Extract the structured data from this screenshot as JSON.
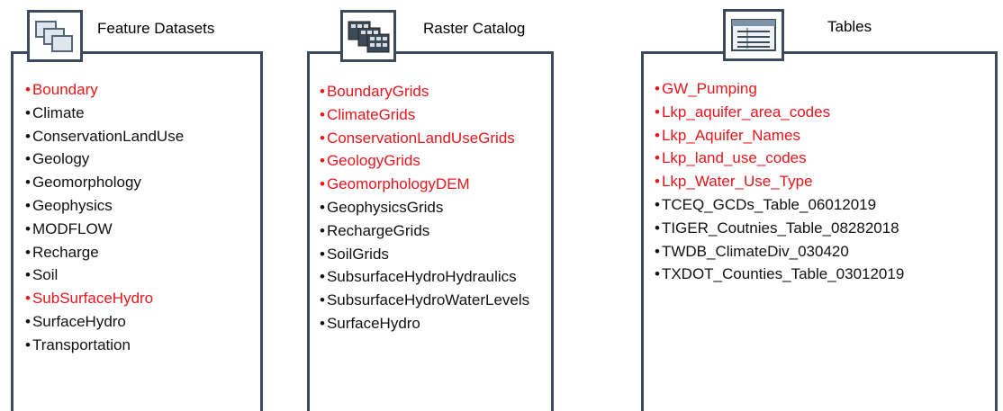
{
  "colors": {
    "highlight": "#e8161c",
    "normal": "#111111",
    "border": "#3c4a5c"
  },
  "panels": [
    {
      "title": "Feature Datasets",
      "icon": "feature-dataset-icon",
      "items": [
        {
          "label": "Boundary",
          "highlight": true
        },
        {
          "label": "Climate",
          "highlight": false
        },
        {
          "label": "ConservationLandUse",
          "highlight": false
        },
        {
          "label": "Geology",
          "highlight": false
        },
        {
          "label": "Geomorphology",
          "highlight": false
        },
        {
          "label": "Geophysics",
          "highlight": false
        },
        {
          "label": "MODFLOW",
          "highlight": false
        },
        {
          "label": "Recharge",
          "highlight": false
        },
        {
          "label": "Soil",
          "highlight": false
        },
        {
          "label": "SubSurfaceHydro",
          "highlight": true
        },
        {
          "label": "SurfaceHydro",
          "highlight": false
        },
        {
          "label": "Transportation",
          "highlight": false
        }
      ]
    },
    {
      "title": "Raster Catalog",
      "icon": "raster-catalog-icon",
      "items": [
        {
          "label": "BoundaryGrids",
          "highlight": true
        },
        {
          "label": "ClimateGrids",
          "highlight": true
        },
        {
          "label": "ConservationLandUseGrids",
          "highlight": true
        },
        {
          "label": "GeologyGrids",
          "highlight": true
        },
        {
          "label": "GeomorphologyDEM",
          "highlight": true
        },
        {
          "label": "GeophysicsGrids",
          "highlight": false
        },
        {
          "label": "RechargeGrids",
          "highlight": false
        },
        {
          "label": "SoilGrids",
          "highlight": false
        },
        {
          "label": "SubsurfaceHydroHydraulics",
          "highlight": false
        },
        {
          "label": "SubsurfaceHydroWaterLevels",
          "highlight": false
        },
        {
          "label": "SurfaceHydro",
          "highlight": false
        }
      ]
    },
    {
      "title": "Tables",
      "icon": "table-icon",
      "items": [
        {
          "label": "GW_Pumping",
          "highlight": true
        },
        {
          "label": "Lkp_aquifer_area_codes",
          "highlight": true
        },
        {
          "label": "Lkp_Aquifer_Names",
          "highlight": true
        },
        {
          "label": "Lkp_land_use_codes",
          "highlight": true
        },
        {
          "label": "Lkp_Water_Use_Type",
          "highlight": true
        },
        {
          "label": "TCEQ_GCDs_Table_06012019",
          "highlight": false
        },
        {
          "label": "TIGER_Coutnies_Table_08282018",
          "highlight": false
        },
        {
          "label": "TWDB_ClimateDiv_030420",
          "highlight": false
        },
        {
          "label": "TXDOT_Counties_Table_03012019",
          "highlight": false
        }
      ]
    }
  ]
}
